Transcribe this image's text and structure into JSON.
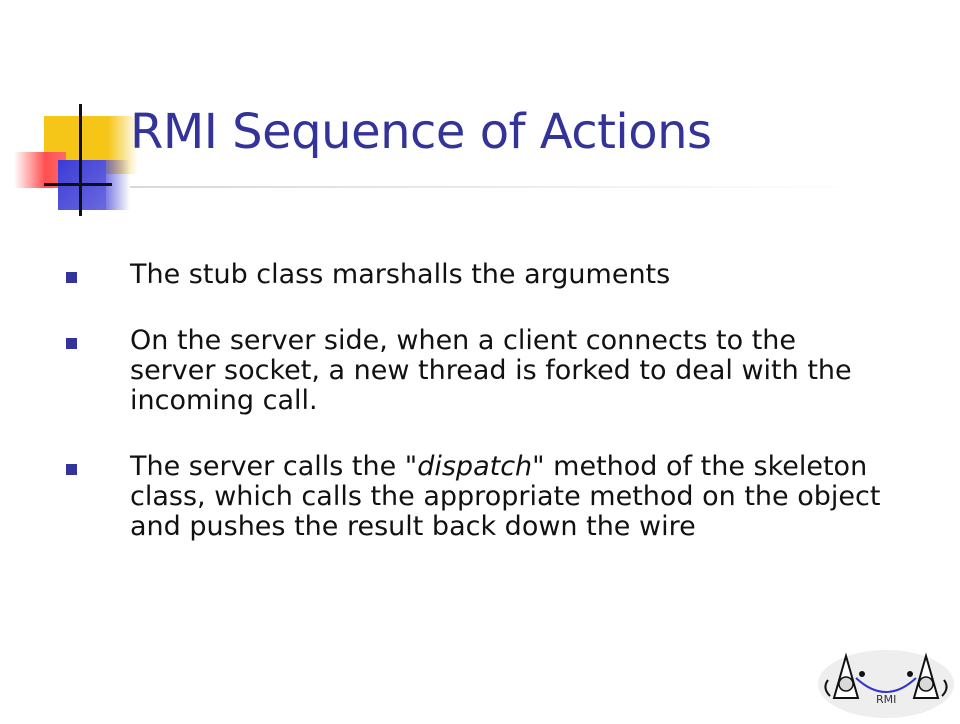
{
  "slide": {
    "title": "RMI Sequence of Actions",
    "bullets": [
      {
        "text": "The stub class marshalls the arguments"
      },
      {
        "text": "On the server side, when a client connects to the server socket, a new thread is forked to deal with the incoming call."
      },
      {
        "prefix": "The server calls the \"",
        "emphasis": "dispatch",
        "suffix": "\" method of the skeleton class, which calls the appropriate method on the object and pushes the result back down the wire"
      }
    ],
    "logo": {
      "label": "RMI",
      "icon": "rmi-duke-logo-icon"
    }
  },
  "colors": {
    "title": "#333399",
    "bullet_marker": "#333399",
    "body_text": "#111111",
    "deco_yellow": "#f5c518",
    "deco_red": "#ff4f4f",
    "deco_blue": "#3b3bd6"
  }
}
